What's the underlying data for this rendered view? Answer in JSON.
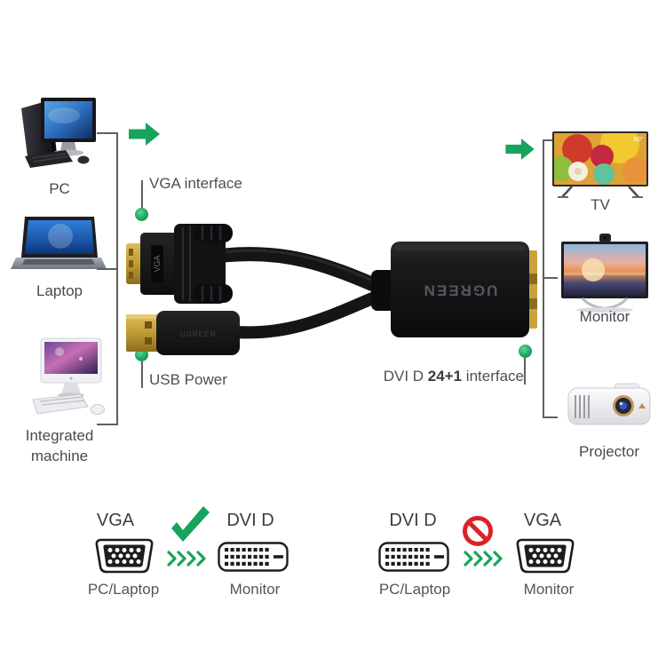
{
  "colors": {
    "green": "#18a35c",
    "red": "#dc2127",
    "text": "#4a4a4a",
    "line": "#5f5f5f"
  },
  "sources": {
    "pc": "PC",
    "laptop": "Laptop",
    "integrated_line1": "Integrated",
    "integrated_line2": "machine"
  },
  "adapter": {
    "vga_callout": "VGA interface",
    "usb_callout": "USB Power",
    "dvi_callout_prefix": "DVI D ",
    "dvi_callout_bold": "24+1",
    "dvi_callout_suffix": " interface",
    "brand": "UGREEN",
    "vga_plug_text": "VGA",
    "usb_brand": "UGREEN"
  },
  "displays": {
    "tv": "TV",
    "monitor": "Monitor",
    "projector": "Projector",
    "tv_badge": "50\""
  },
  "compat": {
    "pass": {
      "left_type": "VGA",
      "right_type": "DVI D",
      "left_device": "PC/Laptop",
      "right_device": "Monitor"
    },
    "fail": {
      "left_type": "DVI D",
      "right_type": "VGA",
      "left_device": "PC/Laptop",
      "right_device": "Monitor"
    }
  }
}
